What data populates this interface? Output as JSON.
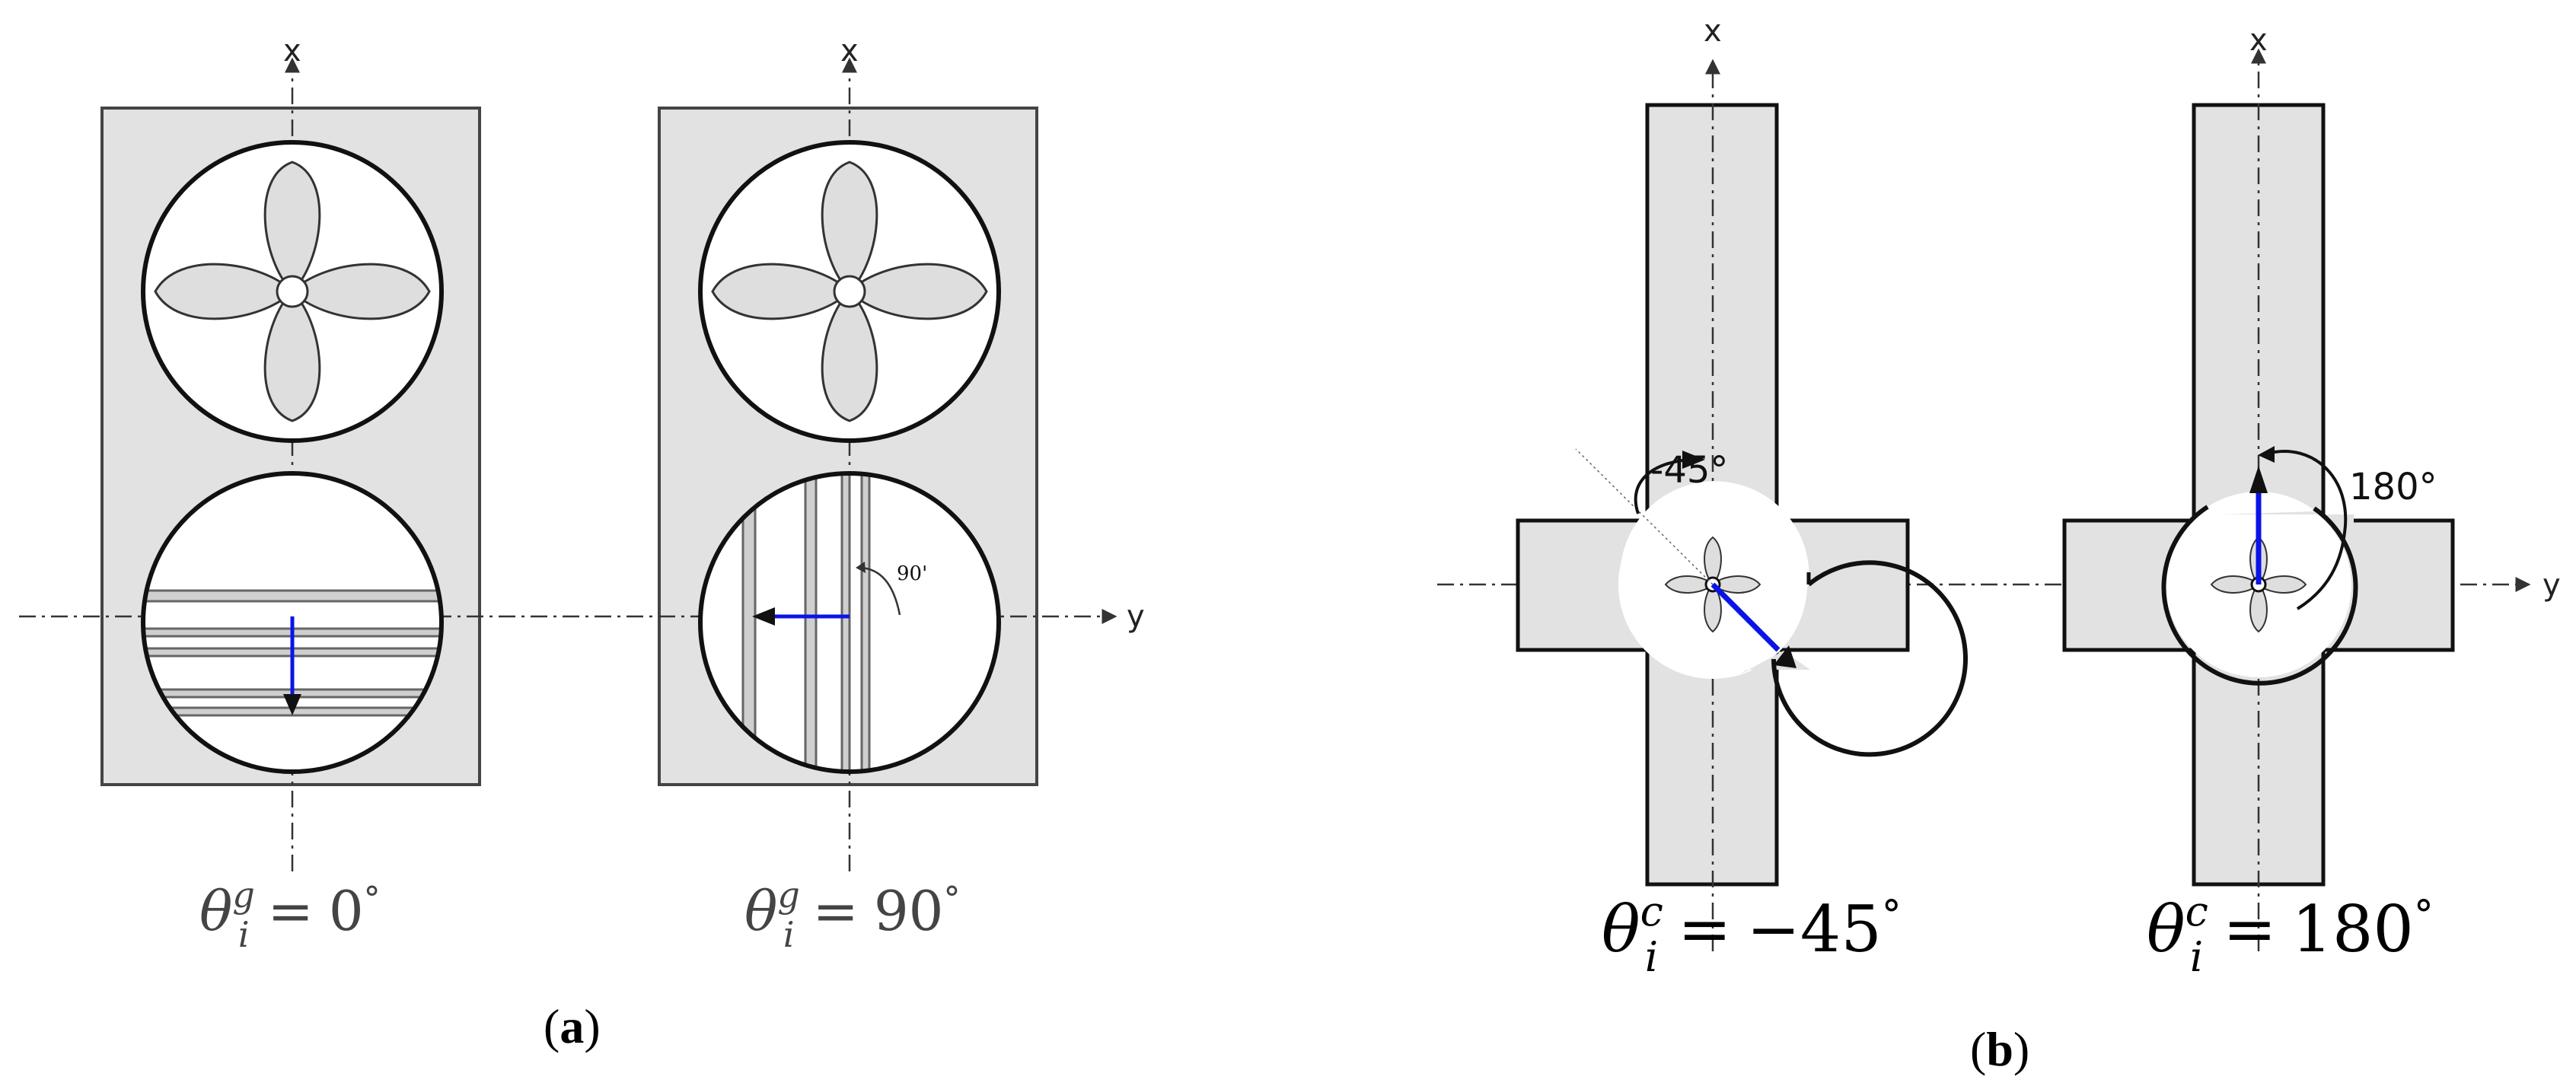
{
  "axes": {
    "x_label": "x",
    "y_label": "y"
  },
  "panel_a": {
    "caption_open": "(",
    "caption_letter": "a",
    "caption_close": ")",
    "left": {
      "theta_symbol": "θ",
      "superscript": "g",
      "subscript": "i",
      "equals": "=",
      "value": "0",
      "degree": "°"
    },
    "right": {
      "theta_symbol": "θ",
      "superscript": "g",
      "subscript": "i",
      "equals": "=",
      "value": "90",
      "degree": "°",
      "rotation_label": "90'"
    }
  },
  "panel_b": {
    "caption_open": "(",
    "caption_letter": "b",
    "caption_close": ")",
    "left": {
      "theta_symbol": "θ",
      "superscript": "c",
      "subscript": "i",
      "equals": "=",
      "value": "−45",
      "degree": "°",
      "rotation_label": "-45°"
    },
    "right": {
      "theta_symbol": "θ",
      "superscript": "c",
      "subscript": "i",
      "equals": "=",
      "value": "180",
      "degree": "°",
      "rotation_label": "180°"
    }
  },
  "colors": {
    "plate_fill": "#e2e2e2",
    "outline": "#1a1a1a",
    "direction_arrow": "#0a14e6",
    "axis_line": "#333333"
  },
  "icons": {
    "fan_rotor": "four-blade-fan-icon",
    "grating": "grating-lines-icon"
  }
}
